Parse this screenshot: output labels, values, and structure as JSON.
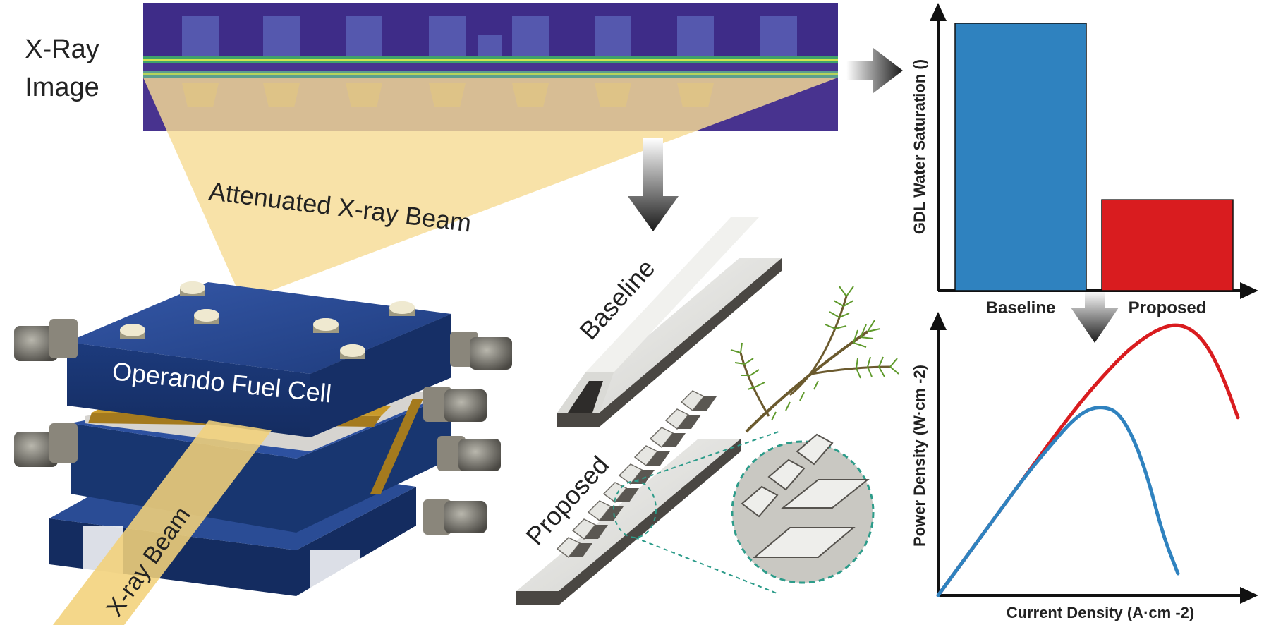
{
  "labels": {
    "xray_image": [
      "X-Ray",
      "Image"
    ],
    "attenuated_beam": "Attenuated X-ray Beam",
    "fuel_cell": "Operando Fuel Cell",
    "xray_beam": "X-ray Beam",
    "baseline_channel": "Baseline",
    "proposed_channel": "Proposed"
  },
  "colors": {
    "beam": "#f6dc95",
    "cell_blue": "#1f3d7a",
    "baseline_bar": "#2f82bf",
    "proposed_bar": "#d91c1f",
    "xray_bg": "#4a2a8a"
  },
  "chart_data": [
    {
      "type": "bar",
      "categories": [
        "Baseline",
        "Proposed"
      ],
      "values": [
        1.0,
        0.34
      ],
      "ylabel": "GDL Water Saturation ()",
      "xlabel": "",
      "colors": [
        "#2f82bf",
        "#d91c1f"
      ],
      "ylim": [
        0,
        1.05
      ],
      "grid": false
    },
    {
      "type": "line",
      "xlabel": "Current Density (A·cm -2)",
      "ylabel": "Power Density (W·cm -2)",
      "xlim": [
        0,
        1
      ],
      "ylim": [
        0,
        1
      ],
      "grid": false,
      "series": [
        {
          "name": "Proposed",
          "color": "#d91c1f",
          "x": [
            0,
            0.1,
            0.2,
            0.3,
            0.4,
            0.5,
            0.6,
            0.65,
            0.7,
            0.75,
            0.8,
            0.85,
            0.9,
            0.95,
            1.0
          ],
          "y": [
            0,
            0.15,
            0.3,
            0.45,
            0.6,
            0.74,
            0.86,
            0.91,
            0.95,
            0.98,
            0.99,
            0.97,
            0.91,
            0.8,
            0.65
          ]
        },
        {
          "name": "Baseline",
          "color": "#2f82bf",
          "x": [
            0,
            0.1,
            0.2,
            0.3,
            0.4,
            0.45,
            0.5,
            0.55,
            0.6,
            0.65,
            0.7,
            0.75,
            0.8
          ],
          "y": [
            0,
            0.15,
            0.3,
            0.45,
            0.58,
            0.64,
            0.68,
            0.69,
            0.67,
            0.58,
            0.43,
            0.22,
            0.08
          ]
        }
      ]
    }
  ]
}
